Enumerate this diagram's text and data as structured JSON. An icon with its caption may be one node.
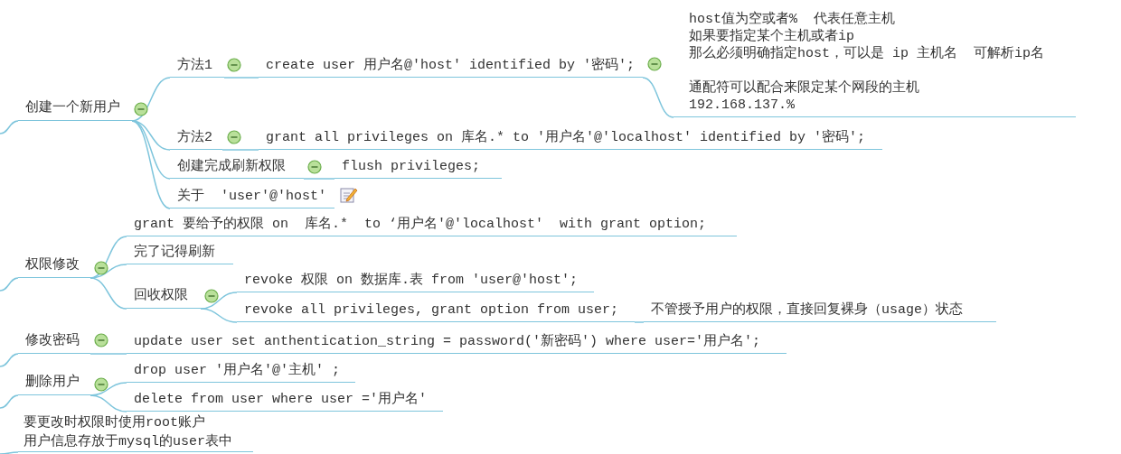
{
  "diagram": {
    "nodes": [
      {
        "text": [
          "创建一个新用户"
        ]
      },
      {
        "text": [
          "方法1"
        ]
      },
      {
        "text": [
          "create user 用户名@'host' identified by '密码';"
        ]
      },
      {
        "text": [
          "host值为空或者%  代表任意主机",
          "如果要指定某个主机或者ip",
          "那么必须明确指定host，可以是 ip 主机名  可解析ip名",
          "通配符可以配合来限定某个网段的主机",
          "192.168.137.%"
        ]
      },
      {
        "text": [
          "方法2"
        ]
      },
      {
        "text": [
          "grant all privileges on 库名.* to '用户名'@'localhost' identified by '密码';"
        ]
      },
      {
        "text": [
          "创建完成刷新权限"
        ]
      },
      {
        "text": [
          "flush privileges;"
        ]
      },
      {
        "text": [
          "关于  'user'@'host'"
        ]
      },
      {
        "text": [
          "权限修改"
        ]
      },
      {
        "text": [
          "grant 要给予的权限 on  库名.*  to ‘用户名'@'localhost'  with grant option;"
        ]
      },
      {
        "text": [
          "完了记得刷新"
        ]
      },
      {
        "text": [
          "回收权限"
        ]
      },
      {
        "text": [
          "revoke 权限 on 数据库.表 from 'user@'host';"
        ]
      },
      {
        "text": [
          "revoke all privileges, grant option from user;"
        ]
      },
      {
        "text": [
          "不管授予用户的权限，直接回复裸身（usage）状态"
        ]
      },
      {
        "text": [
          "修改密码"
        ]
      },
      {
        "text": [
          "update user set anthentication_string = password('新密码') where user='用户名';"
        ]
      },
      {
        "text": [
          "删除用户"
        ]
      },
      {
        "text": [
          "drop user '用户名'@'主机' ;"
        ]
      },
      {
        "text": [
          "delete from user where user ='用户名'"
        ]
      },
      {
        "text": [
          "要更改时权限时使用root账户",
          "用户信息存放于mysql的user表中"
        ]
      }
    ],
    "edges": [
      {
        "from": null,
        "to": 0,
        "arrow": "none"
      },
      {
        "from": 0,
        "to": 1,
        "arrow": "none"
      },
      {
        "from": 1,
        "to": 2,
        "arrow": "none"
      },
      {
        "from": 2,
        "to": 3,
        "arrow": "none"
      },
      {
        "from": 0,
        "to": 4,
        "arrow": "none"
      },
      {
        "from": 4,
        "to": 5,
        "arrow": "none"
      },
      {
        "from": 0,
        "to": 6,
        "arrow": "none"
      },
      {
        "from": 6,
        "to": 7,
        "arrow": "none"
      },
      {
        "from": 0,
        "to": 8,
        "arrow": "none"
      },
      {
        "from": null,
        "to": 9,
        "arrow": "none"
      },
      {
        "from": 9,
        "to": 10,
        "arrow": "none"
      },
      {
        "from": 9,
        "to": 11,
        "arrow": "none"
      },
      {
        "from": 9,
        "to": 12,
        "arrow": "none"
      },
      {
        "from": 12,
        "to": 13,
        "arrow": "none"
      },
      {
        "from": 12,
        "to": 14,
        "arrow": "none"
      },
      {
        "from": 14,
        "to": 15,
        "arrow": "none"
      },
      {
        "from": null,
        "to": 16,
        "arrow": "none"
      },
      {
        "from": 16,
        "to": 17,
        "arrow": "none"
      },
      {
        "from": null,
        "to": 18,
        "arrow": "none"
      },
      {
        "from": 18,
        "to": 19,
        "arrow": "none"
      },
      {
        "from": 18,
        "to": 20,
        "arrow": "none"
      },
      {
        "from": null,
        "to": 21,
        "arrow": "none"
      }
    ]
  }
}
